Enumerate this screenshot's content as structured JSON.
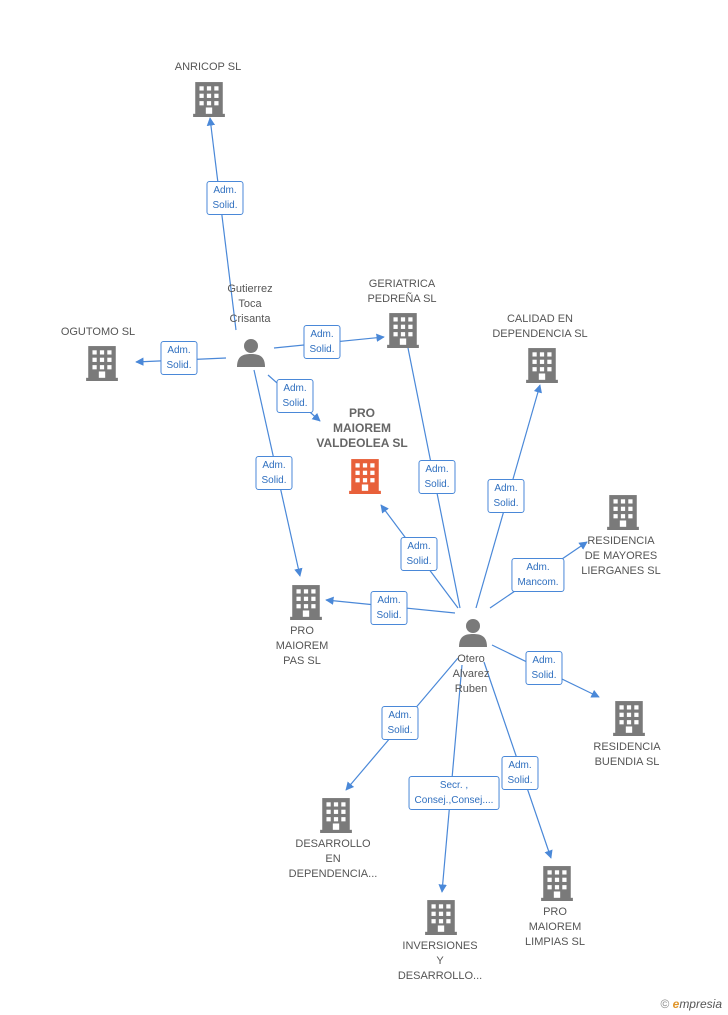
{
  "colors": {
    "company": "#7a7a7a",
    "main_company": "#e8603a",
    "person": "#7a7a7a",
    "edge": "#4a88d8",
    "label_text": "#555555"
  },
  "nodes": [
    {
      "id": "anricop",
      "type": "company",
      "label": "ANRICOP SL"
    },
    {
      "id": "ogutomo",
      "type": "company",
      "label": "OGUTOMO SL"
    },
    {
      "id": "gutierrez",
      "type": "person",
      "label": "Gutierrez\nToca\nCrisanta"
    },
    {
      "id": "geriatrica",
      "type": "company",
      "label": "GERIATRICA\nPEDREÑA SL"
    },
    {
      "id": "calidad",
      "type": "company",
      "label": "CALIDAD EN\nDEPENDENCIA SL"
    },
    {
      "id": "promaiorem_valdeolea",
      "type": "main",
      "label": "PRO\nMAIOREM\nVALDEOLEA SL"
    },
    {
      "id": "residencia_liierganes",
      "type": "company",
      "label": "RESIDENCIA\nDE MAYORES\nLIERGANES SL"
    },
    {
      "id": "promaiorem_pas",
      "type": "company",
      "label": "PRO\nMAIOREM\nPAS SL"
    },
    {
      "id": "otero",
      "type": "person",
      "label": "Otero\nAlvarez\nRuben"
    },
    {
      "id": "residencia_buendia",
      "type": "company",
      "label": "RESIDENCIA\nBUENDIA SL"
    },
    {
      "id": "desarrollo",
      "type": "company",
      "label": "DESARROLLO\nEN\nDEPENDENCIA..."
    },
    {
      "id": "inversiones",
      "type": "company",
      "label": "INVERSIONES\nY\nDESARROLLO..."
    },
    {
      "id": "promaiorem_limpias",
      "type": "company",
      "label": "PRO\nMAIOREM\nLIMPIAS SL"
    }
  ],
  "edges": [
    {
      "from": "gutierrez",
      "to": "anricop",
      "label": "Adm.\nSolid."
    },
    {
      "from": "gutierrez",
      "to": "ogutomo",
      "label": "Adm.\nSolid."
    },
    {
      "from": "gutierrez",
      "to": "geriatrica",
      "label": "Adm.\nSolid."
    },
    {
      "from": "gutierrez",
      "to": "promaiorem_valdeolea",
      "label": "Adm.\nSolid."
    },
    {
      "from": "gutierrez",
      "to": "promaiorem_pas",
      "label": "Adm.\nSolid."
    },
    {
      "from": "otero",
      "to": "geriatrica",
      "label": "Adm.\nSolid."
    },
    {
      "from": "otero",
      "to": "calidad",
      "label": "Adm.\nSolid."
    },
    {
      "from": "otero",
      "to": "promaiorem_valdeolea",
      "label": "Adm.\nSolid."
    },
    {
      "from": "otero",
      "to": "residencia_liierganes",
      "label": "Adm.\nMancom."
    },
    {
      "from": "otero",
      "to": "promaiorem_pas",
      "label": "Adm.\nSolid."
    },
    {
      "from": "otero",
      "to": "residencia_buendia",
      "label": "Adm.\nSolid."
    },
    {
      "from": "otero",
      "to": "desarrollo",
      "label": "Adm.\nSolid."
    },
    {
      "from": "otero",
      "to": "inversiones",
      "label": "Secr. ,\nConsej.,Consej...."
    },
    {
      "from": "otero",
      "to": "promaiorem_limpias",
      "label": "Adm.\nSolid."
    }
  ],
  "watermark": {
    "symbol": "©",
    "brand_first": "e",
    "brand_rest": "mpresia"
  }
}
